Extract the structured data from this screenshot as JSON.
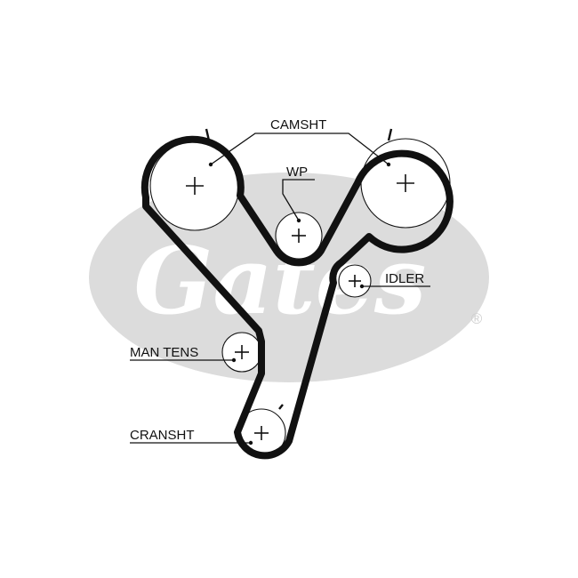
{
  "watermark": {
    "brand_text": "Gates",
    "registered_mark": "®",
    "color": "#dcdcdc"
  },
  "labels": {
    "camshaft": "CAMSHT",
    "water_pump": "WP",
    "idler": "IDLER",
    "manual_tensioner": "MAN TENS",
    "crankshaft": "CRANSHT"
  },
  "colors": {
    "belt": "#111111",
    "pulley_outline": "#111111",
    "label_text": "#111111"
  },
  "icons": [
    "gates-logo-watermark",
    "registered-trademark-icon"
  ]
}
